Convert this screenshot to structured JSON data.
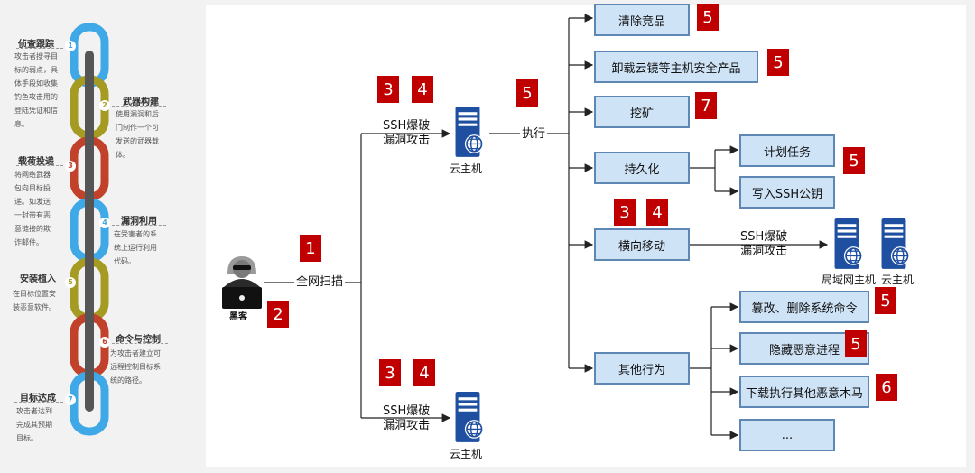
{
  "kill_chain": {
    "stages": [
      {
        "num": "1",
        "title": "侦查跟踪",
        "desc": [
          "攻击者搜寻目",
          "标的弱点，具",
          "体手段如收集",
          "钓鱼攻击用的",
          "登陆凭证和信",
          "息。"
        ]
      },
      {
        "num": "2",
        "title": "武器构建",
        "desc": [
          "使用漏洞和后",
          "门制作一个可",
          "发送的武器载",
          "体。"
        ]
      },
      {
        "num": "3",
        "title": "载荷投递",
        "desc": [
          "将网络武器",
          "包向目标投",
          "递。如发送",
          "一封带有恶",
          "意链接的欺",
          "诈邮件。"
        ]
      },
      {
        "num": "4",
        "title": "漏洞利用",
        "desc": [
          "在受害者的系",
          "统上运行利用",
          "代码。"
        ]
      },
      {
        "num": "5",
        "title": "安装植入",
        "desc": [
          "在目标位置安",
          "装恶意软件。"
        ]
      },
      {
        "num": "6",
        "title": "命令与控制",
        "desc": [
          "为攻击者建立可",
          "远程控制目标系",
          "统的路径。"
        ]
      },
      {
        "num": "7",
        "title": "目标达成",
        "desc": [
          "攻击者达到",
          "完成其预期",
          "目标。"
        ]
      }
    ]
  },
  "diagram": {
    "hacker_label": "黑客",
    "scan_label": "全网扫描",
    "ssh_label_1": "SSH爆破",
    "ssh_label_2": "漏洞攻击",
    "cloud_host": "云主机",
    "execute_label": "执行",
    "lan_host": "局域网主机",
    "boxes": {
      "clear_competitors": "清除竞品",
      "uninstall_security": "卸载云镜等主机安全产品",
      "mining": "挖矿",
      "persistence": "持久化",
      "cron_task": "计划任务",
      "write_ssh_key": "写入SSH公钥",
      "lateral_movement": "横向移动",
      "other_behavior": "其他行为",
      "tamper_commands": "篡改、删除系统命令",
      "hide_process": "隐藏恶意进程",
      "download_trojan": "下载执行其他恶意木马",
      "ellipsis": "..."
    },
    "badges": {
      "scan": "1",
      "hacker": "2",
      "ssh_top_a": "3",
      "ssh_top_b": "4",
      "ssh_bottom_a": "3",
      "ssh_bottom_b": "4",
      "execute": "5",
      "clear_competitors": "5",
      "uninstall_security": "5",
      "mining": "7",
      "cron_task": "5",
      "lateral_a": "3",
      "lateral_b": "4",
      "tamper_commands": "5",
      "hide_process": "5",
      "download_trojan": "6"
    },
    "colors": {
      "badge": "#c00000",
      "box_fill": "#cfe3f6",
      "box_border": "#5f87b4",
      "server": "#1e4fa0"
    }
  }
}
